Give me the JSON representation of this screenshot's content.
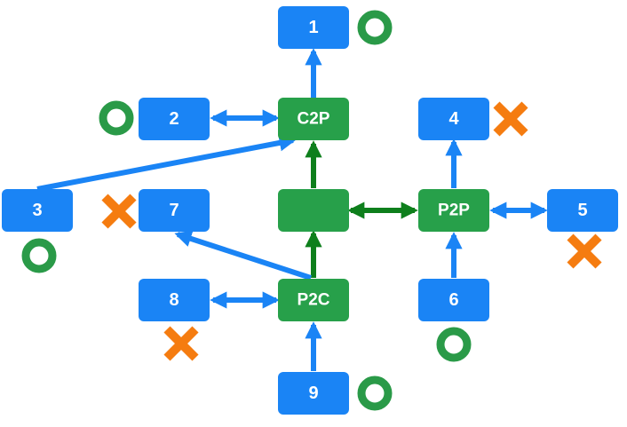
{
  "colors": {
    "blue": "#1a84f5",
    "green": "#27a04a",
    "dark_green": "#0e7f1c",
    "circle_green": "#2a9a48",
    "cross_orange": "#f57c10",
    "text": "#ffffff"
  },
  "nodes": {
    "n1": {
      "label": "1"
    },
    "n2": {
      "label": "2"
    },
    "n3": {
      "label": "3"
    },
    "n4": {
      "label": "4"
    },
    "n5": {
      "label": "5"
    },
    "n6": {
      "label": "6"
    },
    "n7": {
      "label": "7"
    },
    "n8": {
      "label": "8"
    },
    "n9": {
      "label": "9"
    },
    "c2p": {
      "label": "C2P"
    },
    "center": {
      "label": ""
    },
    "p2p": {
      "label": "P2P"
    },
    "p2c": {
      "label": "P2C"
    }
  },
  "marks": {
    "n1": "circle-icon",
    "n2": "circle-icon",
    "n3": "circle-icon",
    "n4": "cross-icon",
    "n5": "cross-icon",
    "n6": "circle-icon",
    "n7": "cross-icon",
    "n8": "cross-icon",
    "n9": "circle-icon"
  }
}
